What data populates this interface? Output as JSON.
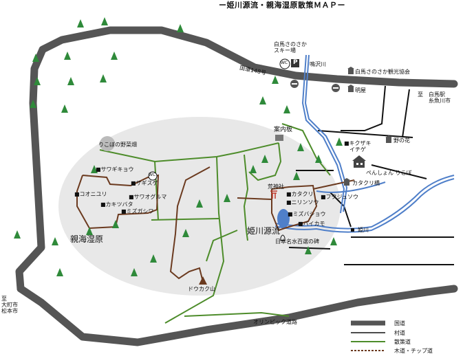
{
  "title": "ー姫川源流・親海湿原散策ＭＡＰー",
  "colors": {
    "road": "#555555",
    "trail": "#4d8c2a",
    "path": "#6b3a1f",
    "river": "#4f7fc9",
    "marsh": "#e8e8e8",
    "tree": "#2f8a3a"
  },
  "labels": {
    "hakuba_sanosaka_ski": "白馬さのさか\nスキー場",
    "route148": "国道148号",
    "narusawa_river": "鳴沢川",
    "tourism_assoc": "白馬さのさか観光協会",
    "to_hakuba": "至　白馬駅\n　　糸魚川市",
    "akari_ya": "明屋",
    "map_board": "案内板",
    "rikobo_field": "りこぼの野菜畑",
    "kikuzaki_ichige": "■キクザキ\n　イチゲ",
    "nohana": "野の花",
    "pension_rikobo": "ぺんしょん りこぼ",
    "katakuri_bridge": "カタクリ橋",
    "sawagikyou": "■サワギキョウ",
    "sagisou": "■サギスゲ",
    "koonirri": "■コオニユリ",
    "sawaogurama": "■サワオグルマ",
    "kakitsubata": "■カキツバタ",
    "sawagashiwa": "■ミズガシワ",
    "shrine": "荒神社",
    "katakuri": "■カタクリ",
    "fukujusou": "■フクジュソウ",
    "nirinsou": "■ニリンソウ",
    "mizubashou": "■ミズバショウ",
    "baikamo": "■バイカモ",
    "himekawa_river": "姫川",
    "oyami_marsh": "親海湿原",
    "himekawa_genryu": "姫川源流",
    "meisui": "日本名水百選の碑",
    "dokaku_mt": "ドウカク山",
    "olympic_road": "オリンピック道路",
    "to_omachi": "至\n大町市\n松本市",
    "wc": "WC",
    "parking": "P"
  },
  "legend": [
    {
      "label": "国道",
      "style": "road"
    },
    {
      "label": "村道",
      "style": "village"
    },
    {
      "label": "散策道",
      "style": "trail"
    },
    {
      "label": "木道・チップ道",
      "style": "path"
    }
  ]
}
